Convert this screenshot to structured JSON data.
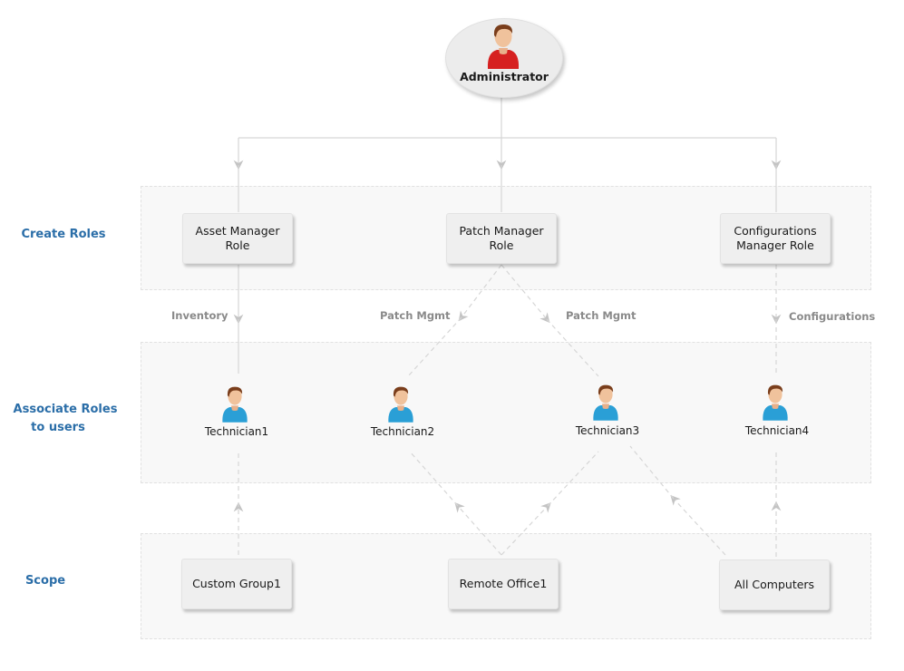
{
  "administrator": {
    "label": "Administrator"
  },
  "sections": {
    "create_roles": "Create Roles",
    "associate_line1": "Associate Roles",
    "associate_line2": "to users",
    "scope": "Scope"
  },
  "roles": [
    {
      "line1": "Asset Manager",
      "line2": "Role"
    },
    {
      "line1": "Patch Manager",
      "line2": "Role"
    },
    {
      "line1": "Configurations",
      "line2": "Manager Role"
    }
  ],
  "edge_labels": {
    "inventory": "Inventory",
    "patch_left": "Patch Mgmt",
    "patch_right": "Patch Mgmt",
    "configurations": "Configurations"
  },
  "technicians": [
    "Technician1",
    "Technician2",
    "Technician3",
    "Technician4"
  ],
  "scopes": [
    "Custom Group1",
    "Remote Office1",
    "All Computers"
  ],
  "colors": {
    "section_label": "#2b6ea8",
    "admin_shirt": "#d62020",
    "technician_shirt": "#2a9fd6",
    "line": "#d6d6d6",
    "arrow": "#c4c4c4"
  },
  "icons": {
    "administrator": "person-icon",
    "technician": "person-icon"
  }
}
